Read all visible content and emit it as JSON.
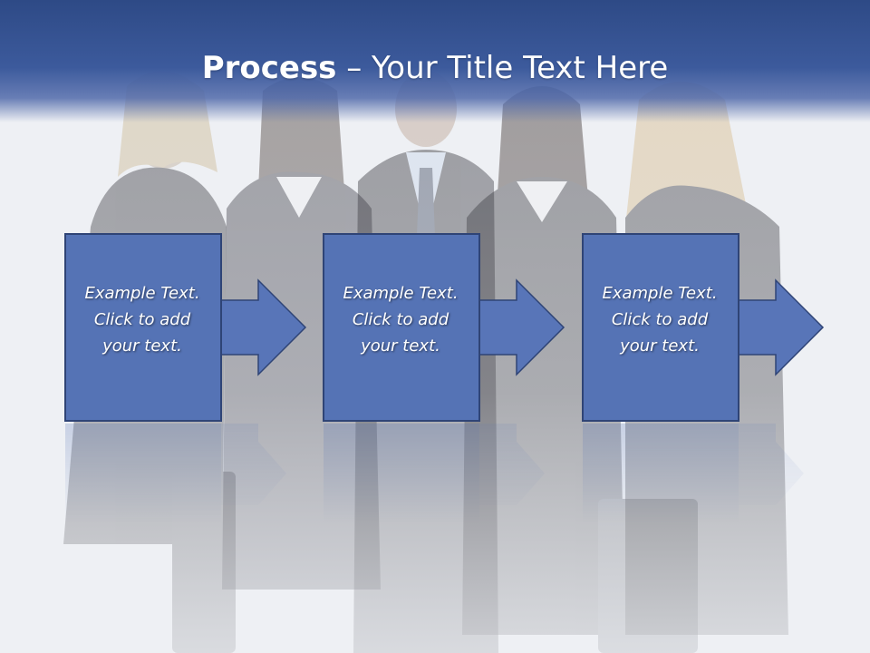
{
  "slide": {
    "title_bold": "Process",
    "title_rest": " – Your Title Text Here"
  },
  "steps": [
    {
      "line1": "Example Text.",
      "line2": "Click  to add",
      "line3": "your text."
    },
    {
      "line1": "Example Text.",
      "line2": "Click  to add",
      "line3": "your text."
    },
    {
      "line1": "Example Text.",
      "line2": "Click  to add",
      "line3": "your text."
    }
  ],
  "colors": {
    "title_band": "#3c5a9c",
    "box_fill": "#5573b5",
    "box_border": "#2f4476",
    "arrow_fill": "#5875b8"
  },
  "background": "business-team-photo"
}
